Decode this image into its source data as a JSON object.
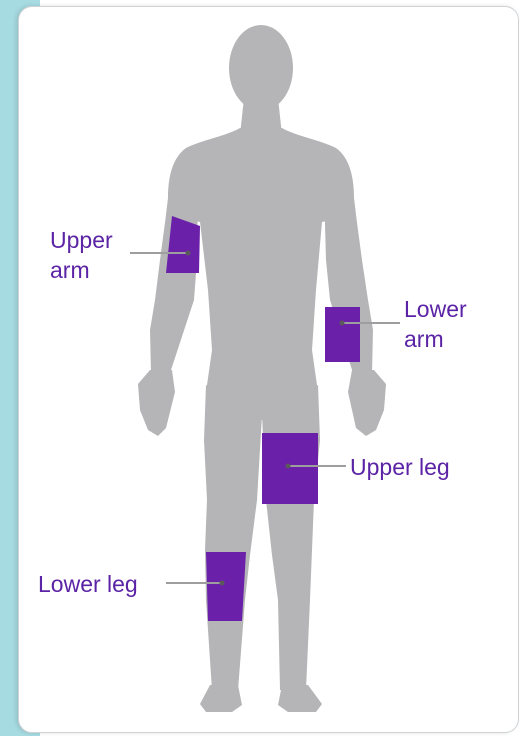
{
  "colors": {
    "body": "#b5b5b7",
    "zone": "#6a20a8",
    "label": "#5b23a5",
    "leader": "#9e9e9e",
    "accent_band": "#a6dbe1"
  },
  "labels": {
    "upper_arm_line1": "Upper",
    "upper_arm_line2": "arm",
    "lower_arm_line1": "Lower",
    "lower_arm_line2": "arm",
    "upper_leg": "Upper leg",
    "lower_leg": "Lower leg"
  }
}
